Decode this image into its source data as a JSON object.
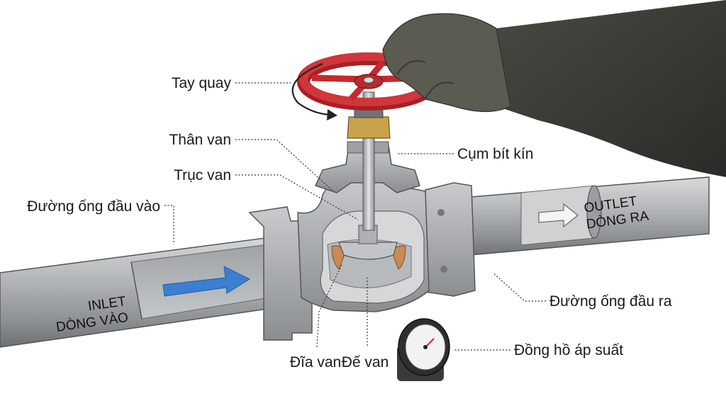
{
  "labels": {
    "handwheel": "Tay quay",
    "bonnet": "Thân van",
    "stem": "Trục van",
    "packing": "Cụm bít kín",
    "inlet_pipe": "Đường ống đầu vào",
    "outlet_pipe": "Đường ống đầu ra",
    "disc": "Đĩa van",
    "seat": "Đế van",
    "gauge": "Đồng hồ áp suất"
  },
  "inlet": {
    "line1": "INLET",
    "line2": "DÒNG VÀO"
  },
  "outlet": {
    "line1": "OUTLET",
    "line2": "DÒNG RA"
  },
  "colors": {
    "pipe": "#a9acae",
    "pipe_dark": "#6f7376",
    "handwheel": "#c8282d",
    "flow_arrow": "#3b7fd1",
    "seat": "#c98a55",
    "brass": "#c8a24a",
    "glove": "#5b5b52",
    "sleeve": "#3a3a36"
  },
  "icons": [
    "rotation-arrow-icon",
    "flow-arrow-icon",
    "outlet-arrow-icon",
    "gauge-icon",
    "glove-icon"
  ]
}
